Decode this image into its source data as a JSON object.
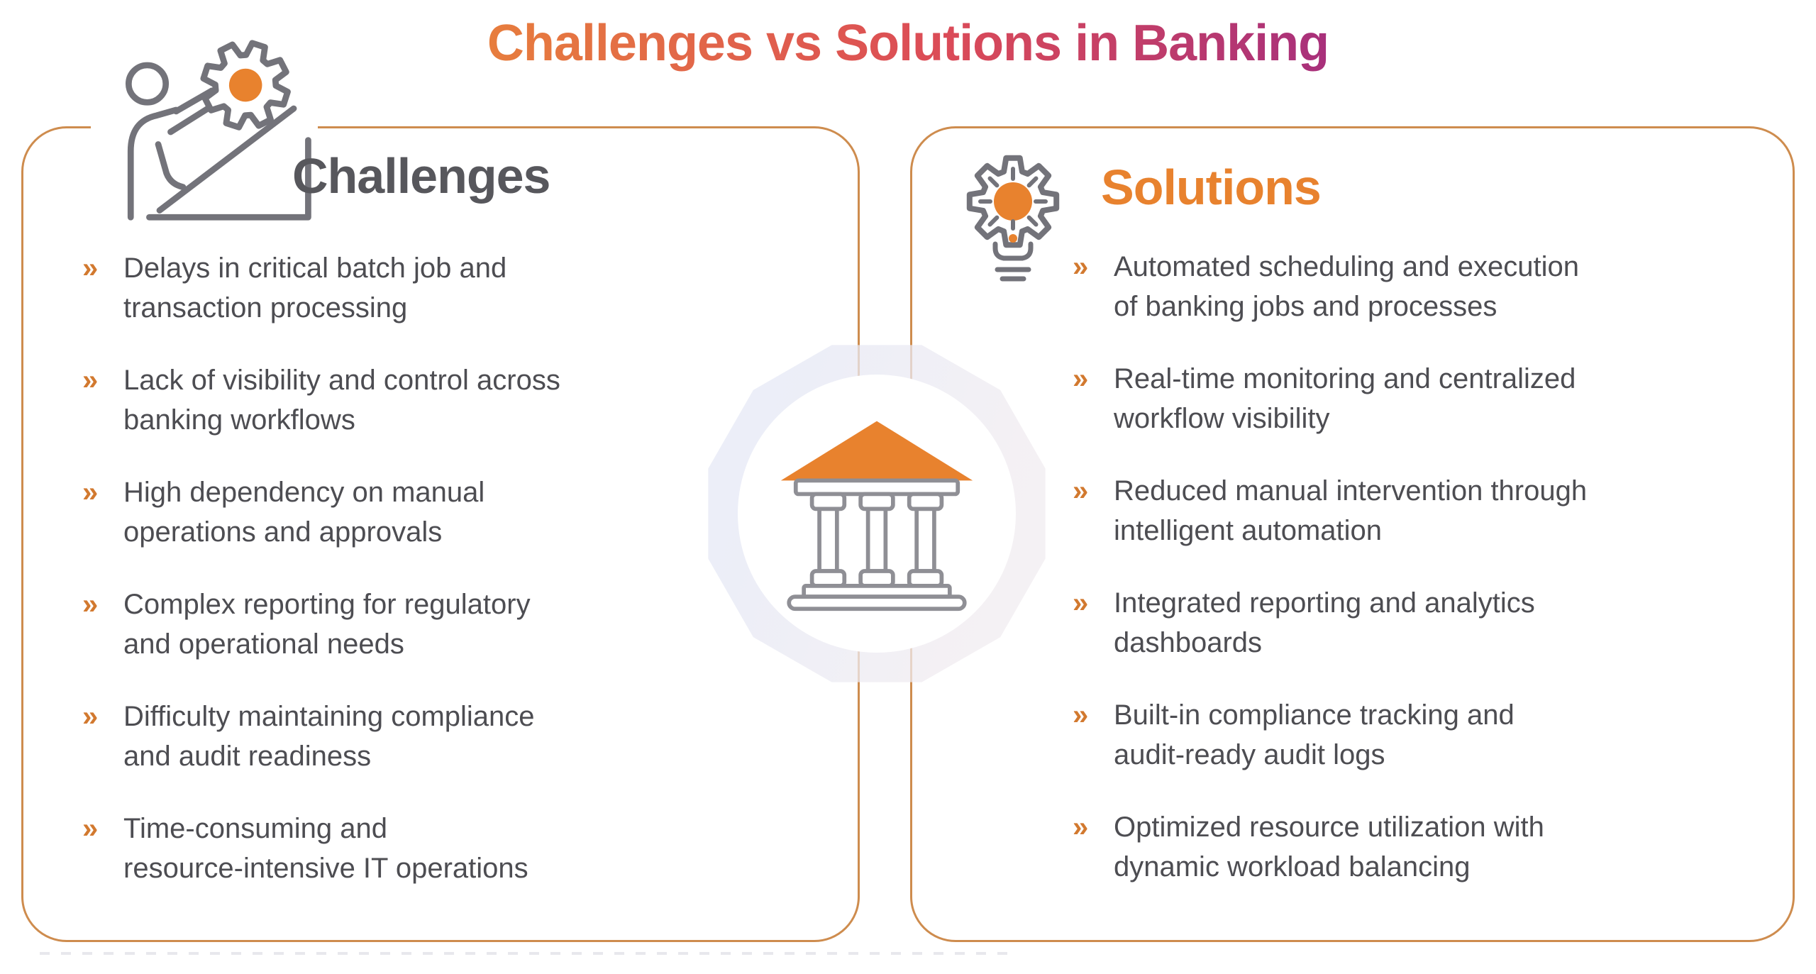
{
  "title": "Challenges vs Solutions in Banking",
  "theme": {
    "accent_orange": "#E8822E",
    "panel_border": "#CE8C4E",
    "body_text": "#4D4D52",
    "heading_gray": "#57575C",
    "bullet_orange": "#D2792F",
    "title_gradient_start": "#E8813B",
    "title_gradient_mid": "#DB4B57",
    "title_gradient_end": "#A12C80"
  },
  "challenges": {
    "heading": "Challenges",
    "bullet": "»",
    "items": [
      "Delays in critical batch job and\ntransaction processing",
      "Lack of visibility and control across\nbanking workflows",
      "High dependency on manual\noperations and approvals",
      "Complex reporting for regulatory\nand operational needs",
      "Difficulty maintaining compliance\nand audit readiness",
      "Time-consuming and\nresource-intensive IT operations"
    ]
  },
  "solutions": {
    "heading": "Solutions",
    "bullet": "»",
    "items": [
      "Automated scheduling and execution\nof banking jobs and processes",
      "Real-time monitoring and centralized\nworkflow visibility",
      "Reduced manual intervention through\nintelligent automation",
      "Integrated reporting and analytics\ndashboards",
      "Built-in compliance tracking and\naudit-ready audit logs",
      "Optimized resource utilization with\ndynamic workload balancing"
    ]
  },
  "icons": {
    "challenges": "person-pushing-gear-icon",
    "solutions": "gear-lightbulb-icon",
    "center": "bank-building-icon"
  }
}
